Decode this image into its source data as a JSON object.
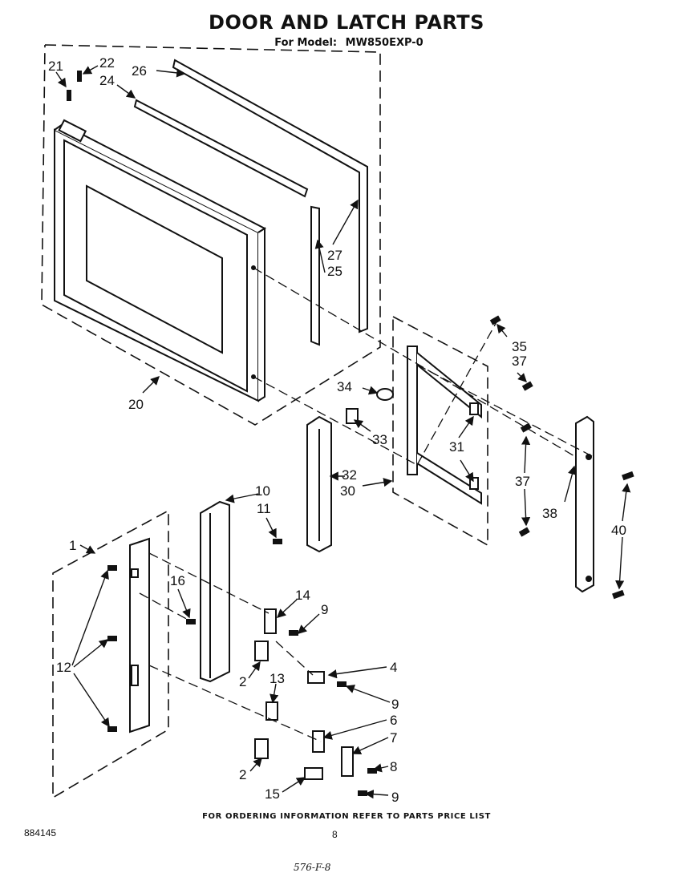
{
  "header": {
    "title": "DOOR AND LATCH PARTS",
    "model_prefix": "For Model:",
    "model": "MW850EXP-0"
  },
  "callouts": {
    "c1": "1",
    "c2a": "2",
    "c2b": "2",
    "c4": "4",
    "c6": "6",
    "c7": "7",
    "c8": "8",
    "c9a": "9",
    "c9b": "9",
    "c9c": "9",
    "c10": "10",
    "c11": "11",
    "c12": "12",
    "c13": "13",
    "c14": "14",
    "c15": "15",
    "c16": "16",
    "c20": "20",
    "c21": "21",
    "c22": "22",
    "c24": "24",
    "c25": "25",
    "c26": "26",
    "c27": "27",
    "c30": "30",
    "c31": "31",
    "c32": "32",
    "c33": "33",
    "c34": "34",
    "c35": "35",
    "c37a": "37",
    "c37b": "37",
    "c38": "38",
    "c40": "40"
  },
  "footer": {
    "note": "FOR ORDERING INFORMATION REFER TO PARTS PRICE LIST",
    "doc_number": "884145",
    "page_number": "8",
    "handwritten": "576-F-8"
  }
}
